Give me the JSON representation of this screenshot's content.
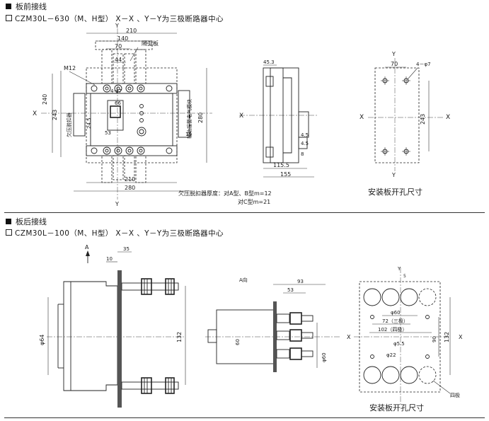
{
  "section1": {
    "title": "板前接线",
    "subtitle": "CZM30L－630（M、H型） X－X 、Y－Y为三极断路器中心",
    "front_view": {
      "axis_x": "X",
      "axis_y": "Y",
      "dims": {
        "w210_top": "210",
        "w140": "140",
        "w70": "70",
        "w44": "44",
        "m12": "M12",
        "phi7": "4-φ7",
        "h240": "240",
        "h243": "243",
        "h280": "280",
        "h66": "66",
        "h24_5": "24.5",
        "h53": "53",
        "h19": "19",
        "w210_bot": "210",
        "w280": "280"
      },
      "labels": {
        "partition": "隔弧板",
        "left_vertical": "欠压脱扣器",
        "right_vertical": "辅助报警电气模块"
      }
    },
    "side_view": {
      "axis_x": "X",
      "dims": {
        "d45_3": "45.3",
        "d4_5a": "4.5",
        "d4_5b": "4.5",
        "d8": "8",
        "d115_5": "115.5",
        "d155": "155"
      }
    },
    "mount_plate": {
      "axis_x": "X",
      "axis_y": "Y",
      "dims": {
        "d70": "70",
        "holes": "4－φ7",
        "d243": "243"
      },
      "caption": "安装板开孔尺寸"
    },
    "note_line1": "欠压脱扣器厚度：对A型、B型m=12",
    "note_line2": "对C型m=21"
  },
  "section2": {
    "title": "板后接线",
    "subtitle": "CZM30L－100（M、H型） X－X 、Y－Y为三极断路器中心",
    "rear_view": {
      "arrow_label": "A",
      "dims": {
        "d35": "35",
        "d10": "10",
        "d132": "132",
        "dphi64": "φ64"
      }
    },
    "a_view": {
      "label": "A向",
      "dims": {
        "d93": "93",
        "d53": "53",
        "d60": "60",
        "dphi60": "φ60"
      }
    },
    "mount_plate": {
      "axis_x": "X",
      "axis_y": "Y",
      "dims": {
        "phi60": "φ60",
        "d72": "72（三极）",
        "d102": "102（四极）",
        "phi5_5": "φ5.5",
        "phi22": "φ22",
        "d90": "90",
        "d132": "132",
        "d5": "5"
      },
      "label_four_pole": "四极",
      "caption": "安装板开孔尺寸"
    }
  }
}
